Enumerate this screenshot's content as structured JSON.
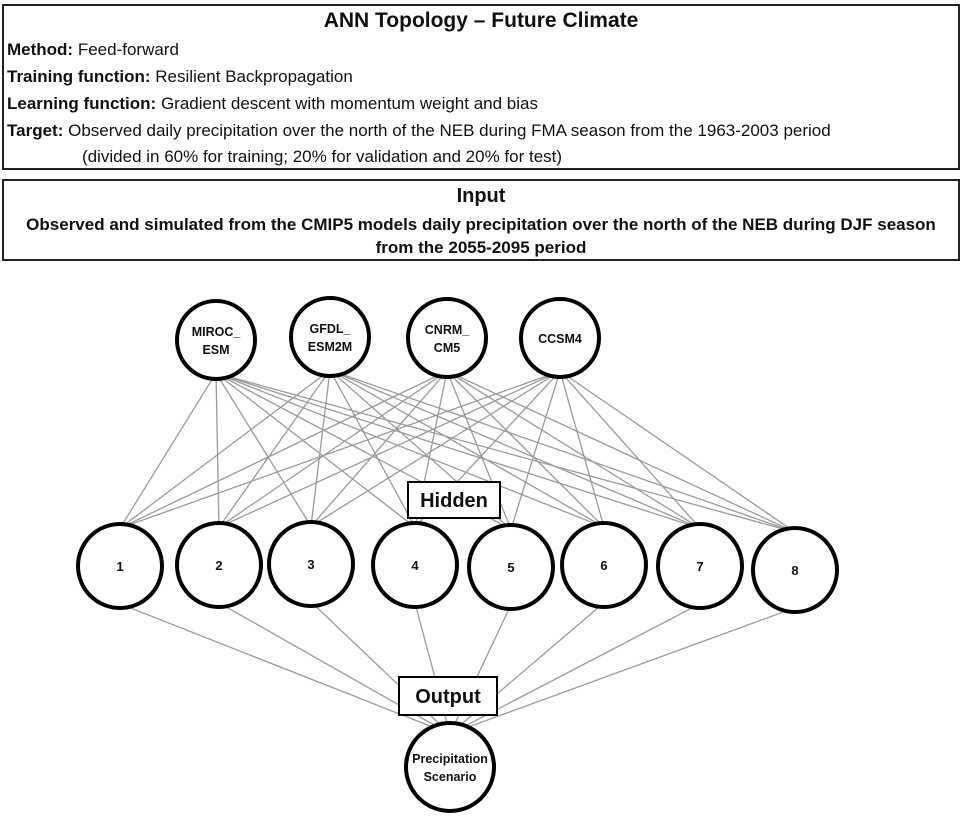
{
  "topology": {
    "title": "ANN Topology – Future Climate",
    "method_label": "Method:",
    "method_value": "Feed-forward",
    "training_label": "Training function:",
    "training_value": "Resilient Backpropagation",
    "learning_label": "Learning function:",
    "learning_value": "Gradient descent with momentum weight and bias",
    "target_label": "Target:",
    "target_value": "Observed daily precipitation over the north of the NEB during FMA season from the 1963-2003 period",
    "target_value_cont": "(divided in 60% for training; 20% for validation and 20% for test)"
  },
  "input_box": {
    "title": "Input",
    "description": "Observed and simulated from the CMIP5 models daily precipitation over the north of the NEB during DJF season from the 2055-2095 period"
  },
  "network": {
    "input_nodes": [
      [
        "MIROC_",
        "ESM"
      ],
      [
        "GFDL_",
        "ESM2M"
      ],
      [
        "CNRM_",
        "CM5"
      ],
      [
        "CCSM4"
      ]
    ],
    "hidden_label": "Hidden",
    "hidden_nodes": [
      "1",
      "2",
      "3",
      "4",
      "5",
      "6",
      "7",
      "8"
    ],
    "output_label": "Output",
    "output_node": [
      "Precipitation",
      "Scenario"
    ]
  }
}
